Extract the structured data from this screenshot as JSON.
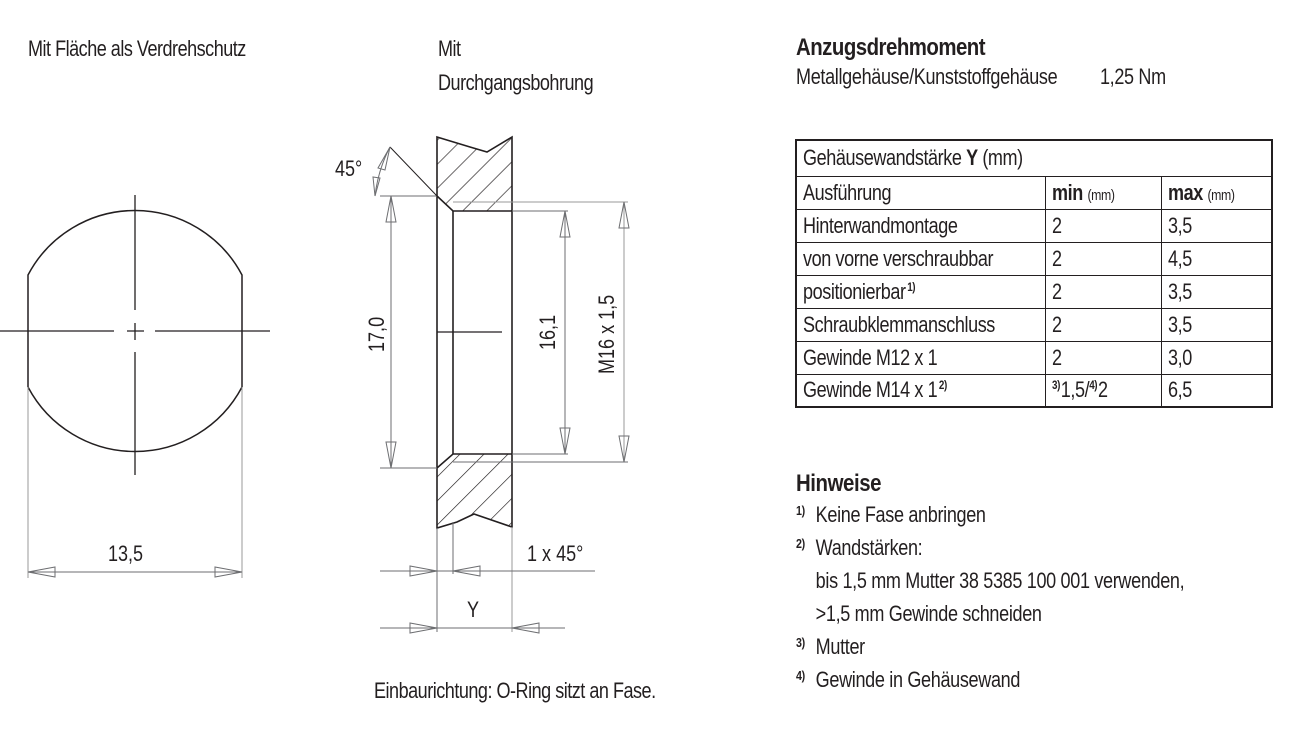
{
  "left_view": {
    "title": "Mit Fläche als Verdrehschutz",
    "dimension_width": "13,5"
  },
  "section_view": {
    "title_line1": "Mit",
    "title_line2": "Durchgangsbohrung",
    "angle_label": "45°",
    "dim_outer": "17,0",
    "dim_inner": "16,1",
    "dim_thread": "M16 x 1,5",
    "chamfer_label": "1 x 45°",
    "thickness_label": "Y",
    "caption": "Einbaurichtung: O-Ring sitzt an Fase."
  },
  "torque": {
    "heading": "Anzugsdrehmoment",
    "label": "Metallgehäuse/Kunststoffgehäuse",
    "value": "1,25 Nm"
  },
  "wall_table": {
    "title_prefix": "Gehäusewandstärke ",
    "title_bold": "Y",
    "title_suffix": " (mm)",
    "col_headers": {
      "type": "Ausführung",
      "min_bold": "min",
      "min_unit": "(mm)",
      "max_bold": "max",
      "max_unit": "(mm)"
    },
    "rows": [
      {
        "type": "Hinterwandmontage",
        "type_note": "",
        "min_note_a": "",
        "min": "2",
        "min_note_b": "",
        "min_b": "",
        "max": "3,5"
      },
      {
        "type": "von vorne verschraubbar",
        "type_note": "",
        "min_note_a": "",
        "min": "2",
        "min_note_b": "",
        "min_b": "",
        "max": "4,5"
      },
      {
        "type": "positionierbar",
        "type_note": "1)",
        "min_note_a": "",
        "min": "2",
        "min_note_b": "",
        "min_b": "",
        "max": "3,5"
      },
      {
        "type": "Schraubklemmanschluss",
        "type_note": "",
        "min_note_a": "",
        "min": "2",
        "min_note_b": "",
        "min_b": "",
        "max": "3,5"
      },
      {
        "type": "Gewinde M12 x 1",
        "type_note": "",
        "min_note_a": "",
        "min": "2",
        "min_note_b": "",
        "min_b": "",
        "max": "3,0"
      },
      {
        "type": "Gewinde M14 x 1",
        "type_note": "2)",
        "min_note_a": "3)",
        "min": "1,5/",
        "min_note_b": "4)",
        "min_b": "2",
        "max": "6,5"
      }
    ]
  },
  "notes": {
    "heading": "Hinweise",
    "items": [
      {
        "marker": "1)",
        "text": "Keine Fase anbringen"
      },
      {
        "marker": "2)",
        "text": "Wandstärken:"
      },
      {
        "marker": "",
        "text": "bis 1,5 mm Mutter 38 5385 100 001 verwenden,"
      },
      {
        "marker": "",
        "text": ">1,5 mm Gewinde schneiden"
      },
      {
        "marker": "3)",
        "text": "Mutter"
      },
      {
        "marker": "4)",
        "text": "Gewinde in Gehäusewand"
      }
    ]
  },
  "colors": {
    "line": "#231f20",
    "dim_line": "#6d6e71",
    "background": "#ffffff"
  }
}
